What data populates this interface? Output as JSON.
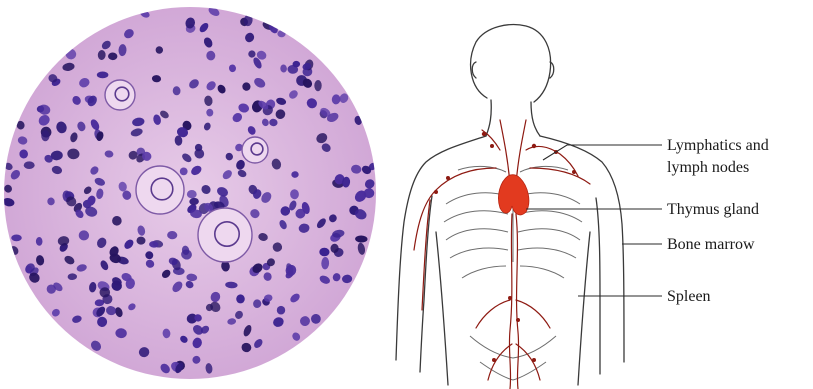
{
  "micrograph": {
    "icon": "stained-tissue-micrograph",
    "cell_color": "#3b1f86",
    "background_color": "#d9b6dd"
  },
  "figure": {
    "icon": "human-body-lymphatic-system",
    "thymus_color": "#e23a1f",
    "vessel_color": "#8e1a12"
  },
  "labels": [
    {
      "lines": [
        "Lymphatics and",
        "lymph nodes"
      ]
    },
    {
      "lines": [
        "Thymus gland"
      ]
    },
    {
      "lines": [
        "Bone marrow"
      ]
    },
    {
      "lines": [
        "Spleen"
      ]
    }
  ]
}
